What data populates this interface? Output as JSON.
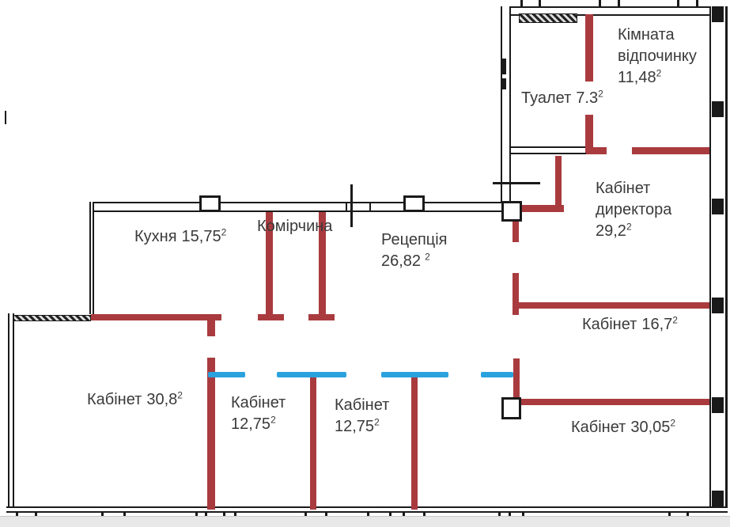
{
  "plan": {
    "kind_note": "office floor plan",
    "colors": {
      "outer_wall": "#1a1a1a",
      "partition_wall_red": "#a93b3f",
      "proposed_partition_blue": "#2aa2de",
      "background": "#ffffff",
      "footer_strip": "#e8e8e8",
      "label_text": "#3a3a3a"
    }
  },
  "rooms": [
    {
      "id": "kitchen",
      "name": "Кухня",
      "area": "15,75",
      "sup": "2"
    },
    {
      "id": "pantry",
      "name": "Комірчина",
      "area": "",
      "sup": ""
    },
    {
      "id": "reception",
      "name": "Рецепція",
      "area": "26,82",
      "sup": "2"
    },
    {
      "id": "rest-room",
      "name_line1": "Кімната",
      "name_line2": "відпочинку",
      "area": "11,48",
      "sup": "2"
    },
    {
      "id": "toilet",
      "name": "Туалет",
      "area": "7.3",
      "sup": "2"
    },
    {
      "id": "director-office",
      "name_line1": "Кабінет",
      "name_line2": "директора",
      "area": "29,2",
      "sup": "2"
    },
    {
      "id": "office-16-7",
      "name": "Кабінет",
      "area": "16,7",
      "sup": "2"
    },
    {
      "id": "office-30-8",
      "name": "Кабінет",
      "area": "30,8",
      "sup": "2"
    },
    {
      "id": "office-12-75-left",
      "name": "Кабінет",
      "area": "12,75",
      "sup": "2"
    },
    {
      "id": "office-12-75-right",
      "name": "Кабінет",
      "area": "12,75",
      "sup": "2"
    },
    {
      "id": "office-30-05",
      "name": "Кабінет",
      "area": "30,05",
      "sup": "2"
    }
  ]
}
